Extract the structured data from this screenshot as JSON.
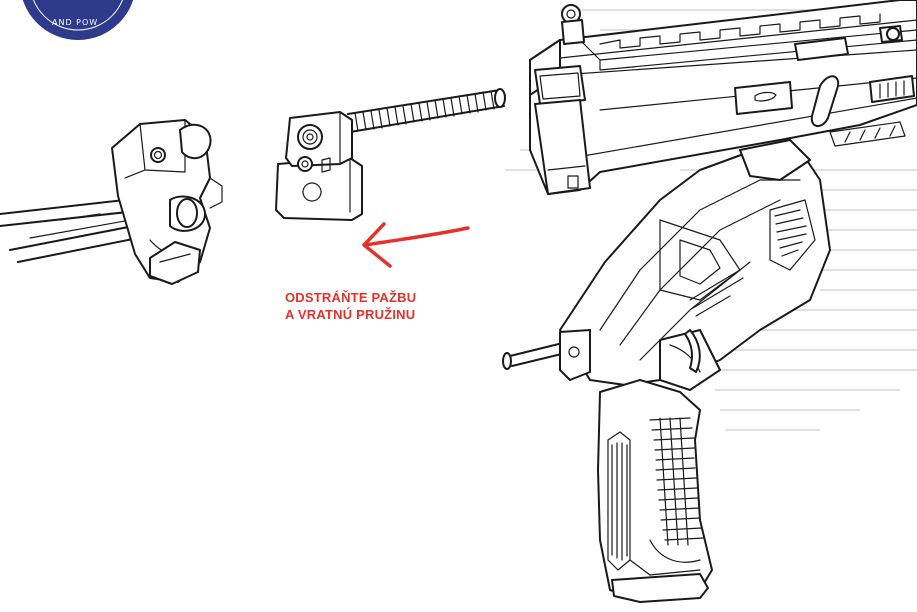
{
  "logo": {
    "text": "AND POW",
    "color": "#2e3a8c"
  },
  "instruction": {
    "line1": "ODSTRÁŇTE PAŽBU",
    "line2": "A VRATNÚ PRUŽINU",
    "color": "#e4322b"
  },
  "arrow": {
    "color": "#e4322b",
    "direction": "left"
  },
  "parts": [
    "stock-assembly",
    "recoil-spring-assembly",
    "upper-receiver",
    "lower-receiver-grip"
  ]
}
